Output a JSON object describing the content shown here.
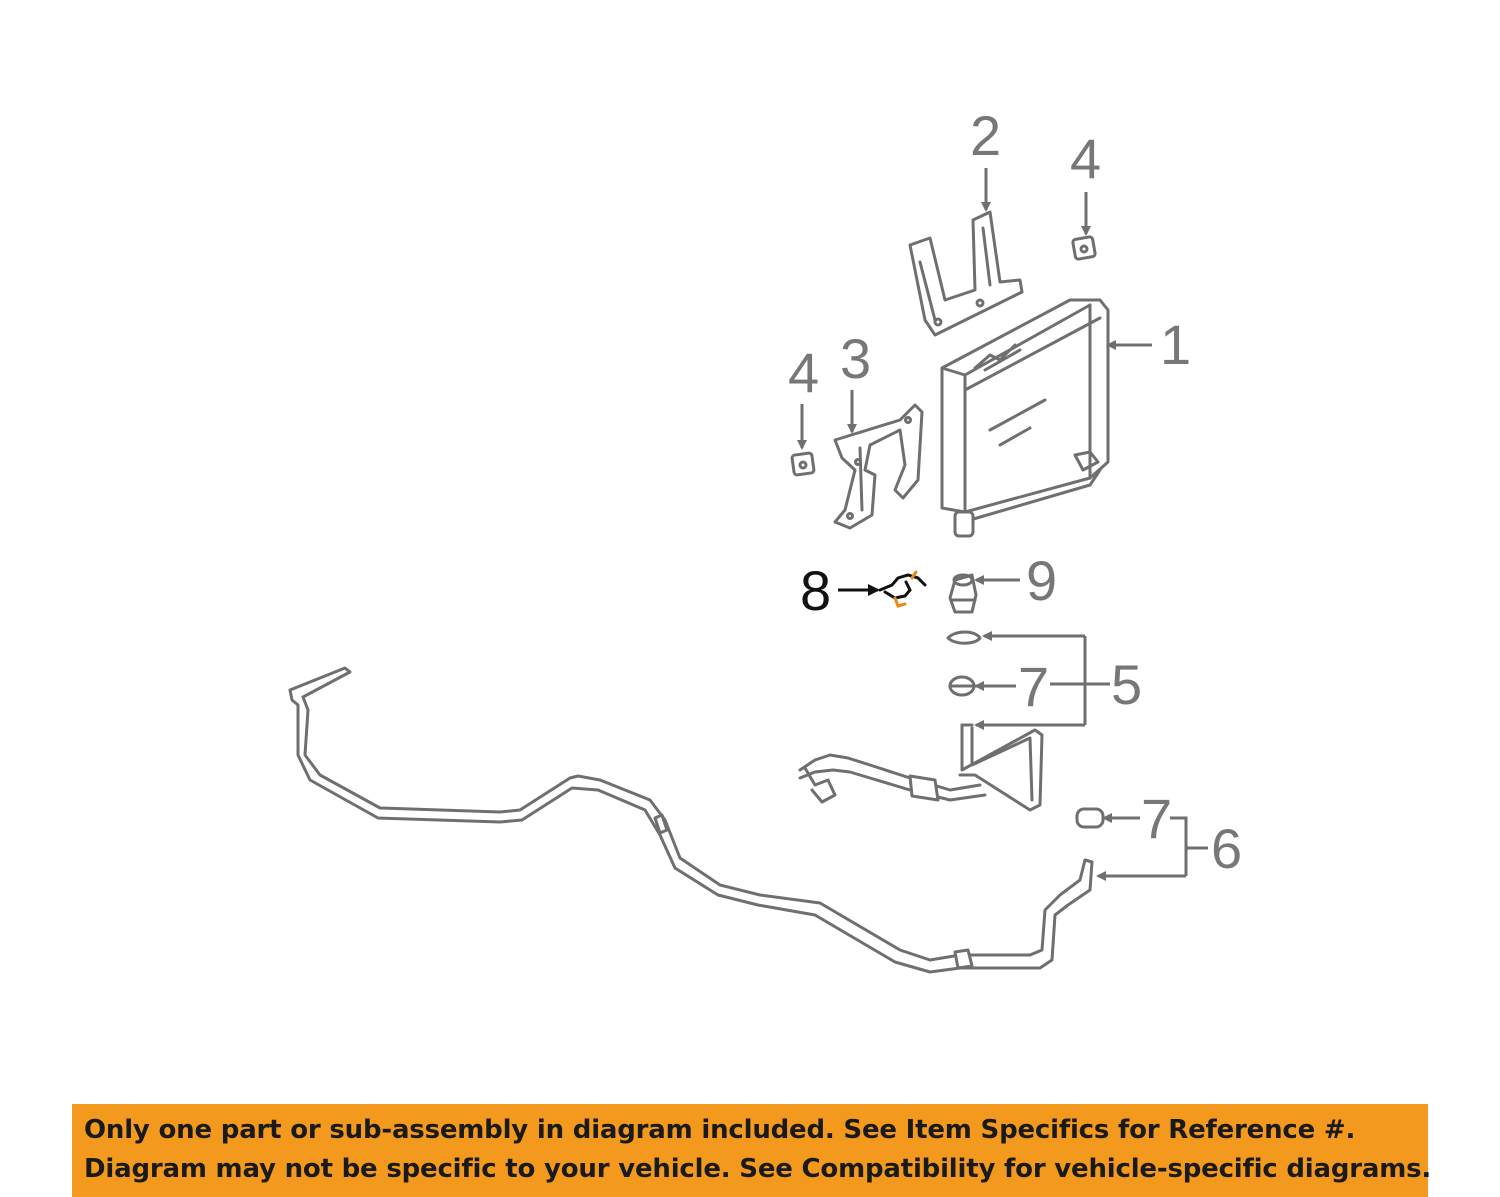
{
  "callouts": {
    "c1": "1",
    "c2": "2",
    "c3": "3",
    "c4a": "4",
    "c4b": "4",
    "c5": "5",
    "c6": "6",
    "c7a": "7",
    "c7b": "7",
    "c8": "8",
    "c9": "9"
  },
  "highlighted_part": "8",
  "colors": {
    "banner": "#f39a1e",
    "highlight_accent": "#e8891a",
    "line_art": "#6f6f6f"
  },
  "banner": {
    "line1": "Only one part or sub-assembly in diagram included. See Item Specifics for Reference #.",
    "line2": "Diagram may not be specific to your vehicle. See Compatibility for vehicle-specific diagrams."
  }
}
